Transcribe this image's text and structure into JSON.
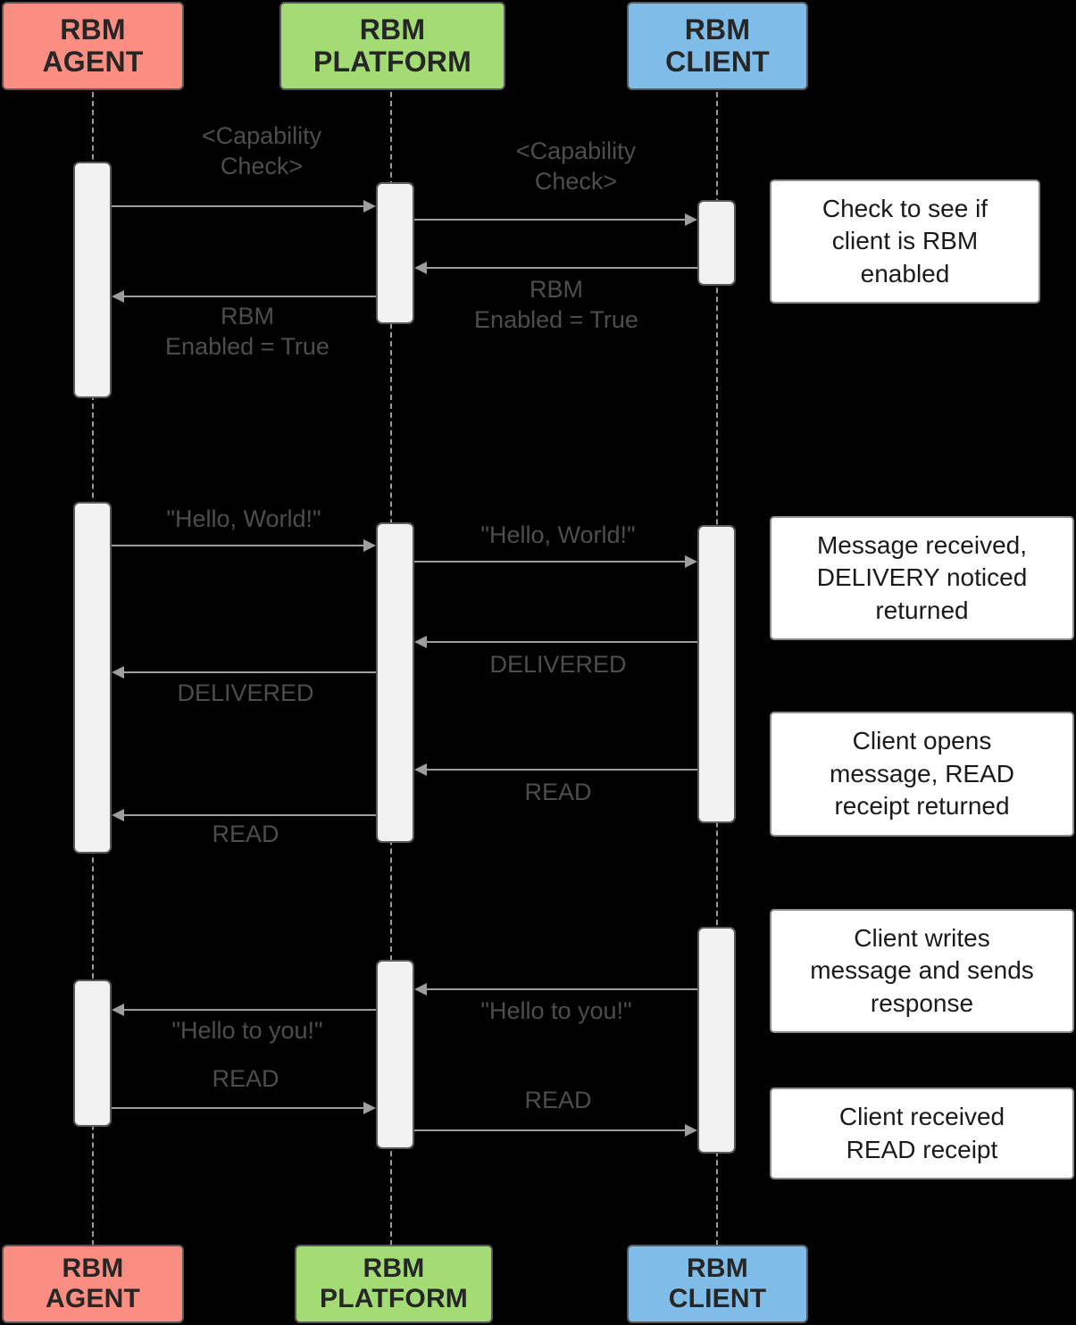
{
  "diagram": {
    "type": "sequence-diagram",
    "title": "RBM message flow sequence",
    "background_color": "#000000",
    "participants": [
      {
        "id": "agent",
        "line1": "RBM",
        "line2": "AGENT",
        "color": "#fa8e82",
        "border_color": "#595959"
      },
      {
        "id": "platform",
        "line1": "RBM",
        "line2": "PLATFORM",
        "color": "#a3db74",
        "border_color": "#595959"
      },
      {
        "id": "client",
        "line1": "RBM",
        "line2": "CLIENT",
        "color": "#80bce8",
        "border_color": "#595959"
      }
    ],
    "messages": [
      {
        "id": "m1",
        "from": "agent",
        "to": "platform",
        "label": "<Capability\nCheck>"
      },
      {
        "id": "m2",
        "from": "platform",
        "to": "client",
        "label": "<Capability\nCheck>"
      },
      {
        "id": "m3",
        "from": "client",
        "to": "platform",
        "label": "RBM\nEnabled = True"
      },
      {
        "id": "m4",
        "from": "platform",
        "to": "agent",
        "label": "RBM\nEnabled = True"
      },
      {
        "id": "m5",
        "from": "agent",
        "to": "platform",
        "label": "\"Hello, World!\""
      },
      {
        "id": "m6",
        "from": "platform",
        "to": "client",
        "label": "\"Hello, World!\""
      },
      {
        "id": "m7",
        "from": "client",
        "to": "platform",
        "label": "DELIVERED"
      },
      {
        "id": "m8",
        "from": "platform",
        "to": "agent",
        "label": "DELIVERED"
      },
      {
        "id": "m9",
        "from": "client",
        "to": "platform",
        "label": "READ"
      },
      {
        "id": "m10",
        "from": "platform",
        "to": "agent",
        "label": "READ"
      },
      {
        "id": "m11",
        "from": "client",
        "to": "platform",
        "label": "\"Hello to you!\""
      },
      {
        "id": "m12",
        "from": "platform",
        "to": "agent",
        "label": "\"Hello to you!\""
      },
      {
        "id": "m13",
        "from": "agent",
        "to": "platform",
        "label": "READ"
      },
      {
        "id": "m14",
        "from": "platform",
        "to": "client",
        "label": "READ"
      }
    ],
    "notes": [
      {
        "id": "n1",
        "text": "Check to see if\nclient is RBM\nenabled"
      },
      {
        "id": "n2",
        "text": "Message received,\nDELIVERY noticed\nreturned"
      },
      {
        "id": "n3",
        "text": "Client opens\nmessage, READ\nreceipt returned"
      },
      {
        "id": "n4",
        "text": "Client writes\nmessage and sends\nresponse"
      },
      {
        "id": "n5",
        "text": "Client received\nREAD receipt"
      }
    ]
  }
}
